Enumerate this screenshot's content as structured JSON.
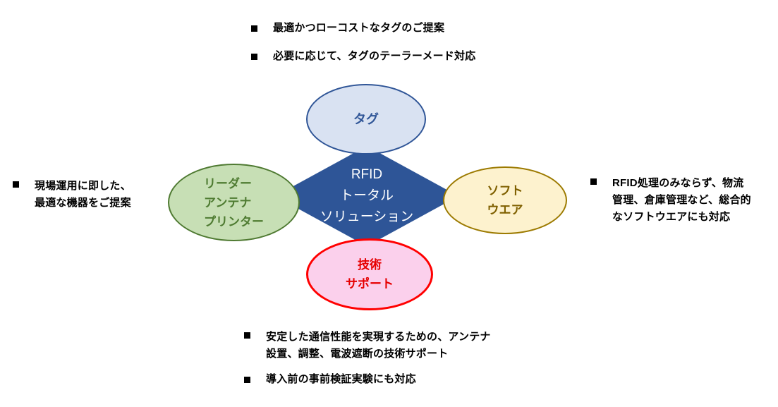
{
  "diagram_title": "RFID トータル ソリューション",
  "center": {
    "lines": [
      "RFID",
      "トータル",
      "ソリューション"
    ],
    "fill": "#2e5597",
    "text_color": "#ffffff"
  },
  "nodes": {
    "tag": {
      "lines": [
        "タグ"
      ],
      "fill": "#d9e2f2",
      "border": "#2f5597",
      "text_color": "#2f5597"
    },
    "reader": {
      "lines": [
        "リーダー",
        "アンテナ",
        "プリンター"
      ],
      "fill": "#c7dfb5",
      "border": "#4f7a32",
      "text_color": "#4e7b31"
    },
    "software": {
      "lines": [
        "ソフト",
        "ウエア"
      ],
      "fill": "#fdf2ce",
      "border": "#9c7a00",
      "text_color": "#7f6000"
    },
    "support": {
      "lines": [
        "技術",
        "サポート"
      ],
      "fill": "#fbd0ec",
      "border": "#ff0000",
      "text_color": "#e60000"
    }
  },
  "bullets": {
    "top": [
      "最適かつローコストなタグのご提案",
      "必要に応じて、タグのテーラーメード対応"
    ],
    "left": [
      "現場運用に即した、\n最適な機器をご提案"
    ],
    "right": [
      "RFID処理のみならず、物流\n管理、倉庫管理など、総合的\nなソフトウエアにも対応"
    ],
    "bottom": [
      "安定した通信性能を実現するための、アンテナ\n設置、調整、電波遮断の技術サポート",
      "導入前の事前検証実験にも対応"
    ]
  }
}
